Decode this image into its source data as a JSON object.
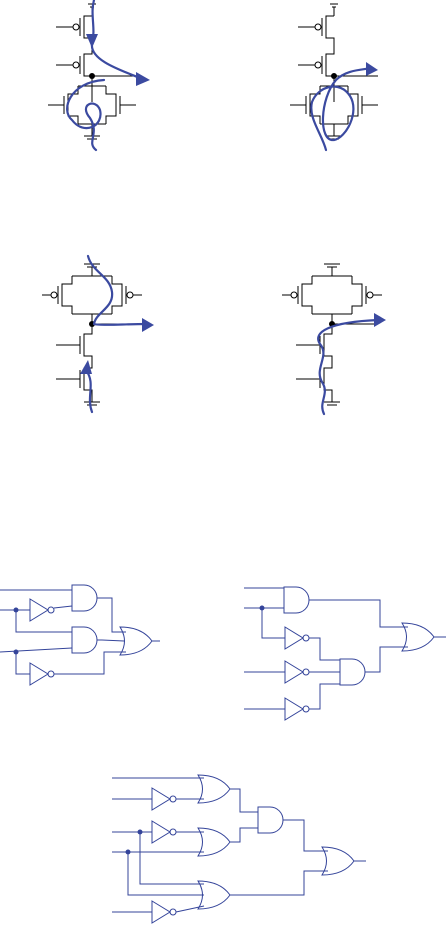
{
  "colors": {
    "circuit_line": "#000000",
    "current_path": "#3b4aa0",
    "logic_gate": "#34449a",
    "background": "#ffffff"
  },
  "figures": {
    "transistor_schematics": [
      {
        "name": "top-left",
        "structure": "series-pmos-over-parallel-nmos",
        "current_path": "vdd-down-through-pmos-then-out"
      },
      {
        "name": "top-right",
        "structure": "series-pmos-over-parallel-nmos",
        "current_path": "up-through-parallel-nmos-then-out"
      },
      {
        "name": "middle-left",
        "structure": "parallel-pmos-over-series-nmos",
        "current_path": "up-from-ground-through-nmos-then-out"
      },
      {
        "name": "middle-right",
        "structure": "parallel-pmos-over-series-nmos",
        "current_path": "down-from-pmos-through-nmos"
      }
    ],
    "logic_circuits": [
      {
        "name": "left",
        "gates": [
          "and",
          "and",
          "or",
          "not",
          "not"
        ]
      },
      {
        "name": "right",
        "gates": [
          "and",
          "and",
          "or",
          "not",
          "not",
          "not"
        ]
      },
      {
        "name": "bottom",
        "gates": [
          "or",
          "or",
          "or",
          "and",
          "or",
          "not",
          "not",
          "not"
        ]
      }
    ]
  }
}
